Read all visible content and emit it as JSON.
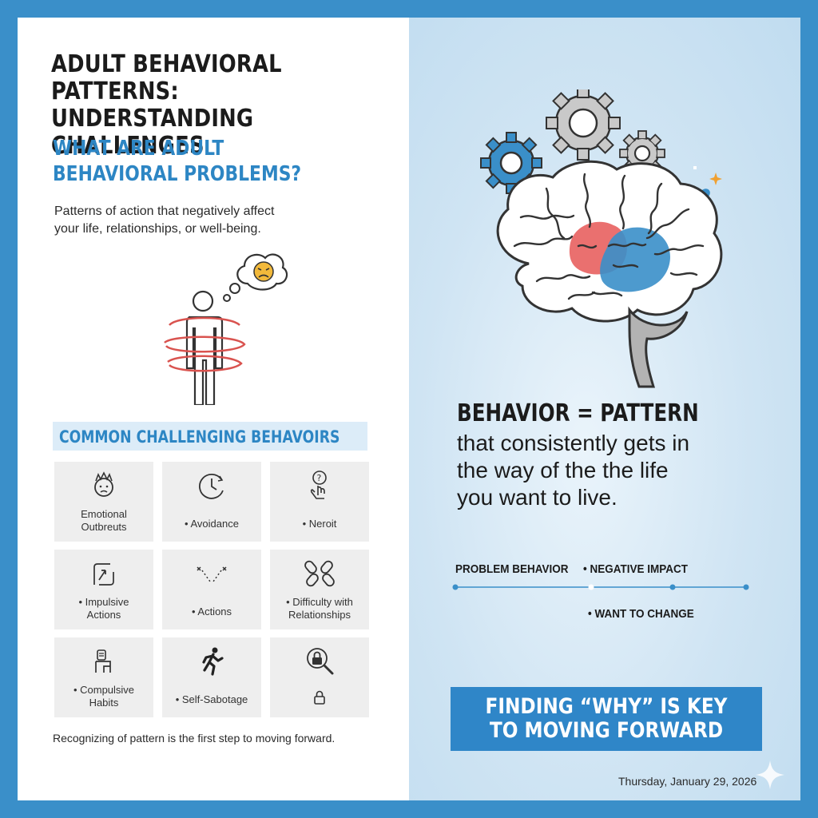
{
  "header": {
    "title_line1": "ADULT BEHAVIORAL PATTERNS:",
    "title_line2": "UNDERSTANDING CHALLENGES"
  },
  "definition": {
    "question_line1": "WHAT ARE ADULT",
    "question_line2": "BEHAVIORAL PROBLEMS?",
    "text_line1": "Patterns of action that negatively affect",
    "text_line2": "your life, relationships, or well-being."
  },
  "common": {
    "heading": "COMMON CHALLENGING BEHAVOIRS",
    "tiles": [
      {
        "icon": "angry-face-icon",
        "line1": "Emotional",
        "line2": "Outbreuts"
      },
      {
        "icon": "clock-icon",
        "line1": "• Avoidance",
        "line2": ""
      },
      {
        "icon": "question-hand-icon",
        "line1": "• Neroit",
        "line2": ""
      },
      {
        "icon": "impulse-arrow-icon",
        "line1": "• Impulsive",
        "line2": "Actions"
      },
      {
        "icon": "scattered-arrows-icon",
        "line1": "• Actions",
        "line2": ""
      },
      {
        "icon": "broken-chain-icon",
        "line1": "• Difficulty with",
        "line2": "Relationships"
      },
      {
        "icon": "sitting-person-icon",
        "line1": "• Compulsive",
        "line2": "Habits"
      },
      {
        "icon": "running-person-icon",
        "line1": "• Self-Sabotage",
        "line2": ""
      },
      {
        "icon": "lock-magnifier-icon",
        "line1": "",
        "line2": ""
      }
    ],
    "footnote": "Recognizing of pattern is the first step to moving forward."
  },
  "behavior": {
    "title": "BEHAVIOR = PATTERN",
    "line1": "that consistently gets in",
    "line2": "the way of the the life",
    "line3": "you want to live."
  },
  "flow": {
    "step1": "PROBLEM BEHAVIOR",
    "step2": "• NEGATIVE IMPACT",
    "step3": "• WANT TO CHANGE"
  },
  "key": {
    "line1": "FINDING “WHY” IS KEY",
    "line2": "TO MOVING FORWARD"
  },
  "date": "Thursday, January 29, 2026",
  "colors": {
    "border": "#3a8fc9",
    "accent_blue": "#2d86c4",
    "banner": "#dcecf8",
    "tile": "#eeeeee",
    "brain_red": "#e8605f",
    "brain_blue": "#3a8fc9"
  }
}
